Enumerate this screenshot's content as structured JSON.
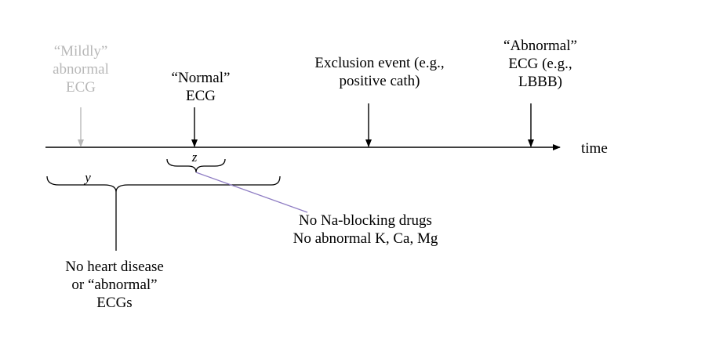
{
  "labels": {
    "mildly_abnormal": [
      "“Mildly”",
      "abnormal",
      "ECG"
    ],
    "normal_ecg": [
      "“Normal”",
      "ECG"
    ],
    "exclusion_event": [
      "Exclusion event (e.g.,",
      "positive cath)"
    ],
    "abnormal_ecg": [
      "“Abnormal”",
      "ECG (e.g.,",
      "LBBB)"
    ],
    "time_axis": "time",
    "z_label": "z",
    "y_label": "y",
    "drug_conditions": [
      "No Na-blocking drugs",
      "No abnormal K, Ca, Mg"
    ],
    "no_disease": [
      "No heart disease",
      "or “abnormal”",
      "ECGs"
    ]
  },
  "colors": {
    "line": "#000000",
    "muted": "#b8b8b8",
    "connector": "#8e7cc3"
  }
}
